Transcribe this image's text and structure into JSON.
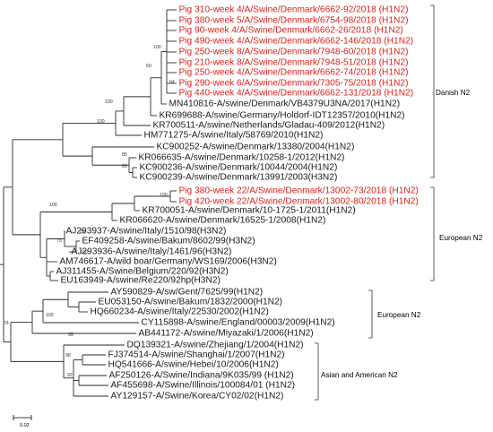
{
  "taxa": [
    {
      "label": "Pig 310-week 4/A/Swine/Denmark/6662-92/2018 (H1N2)",
      "highlight": true
    },
    {
      "label": "Pig 380-week 5/A/Swine/Denmark/6754-98/2018 (H1N2)",
      "highlight": true
    },
    {
      "label": "Pig 90-week 4/A/Swine/Denmark/6662-26/2018 (H1N2)",
      "highlight": true
    },
    {
      "label": "Pig 490-week 4/A/Swine/Denmark/6662-146/2018 (H1N2)",
      "highlight": true
    },
    {
      "label": "Pig 250-week 8/A/Swine/Denmark/7948-60/2018 (H1N2)",
      "highlight": true
    },
    {
      "label": "Pig 210-week 8/A/Swine/Denmark/7948-51/2018 (H1N2)",
      "highlight": true
    },
    {
      "label": "Pig 250-week 4/A/Swine/Denmark/6662-74/2018 (H1N2)",
      "highlight": true
    },
    {
      "label": "Pig 290-week 6/A/Swine/Denmark/7305-75/2018 (H1N2)",
      "highlight": true
    },
    {
      "label": "Pig 440-week 4/A/Swine/Denmark/6662-131/2018 (H1N2)",
      "highlight": true
    },
    {
      "label": "MN410816-A/swine/Denmark/VB4379U3NA/2017(H1N2)",
      "highlight": false
    },
    {
      "label": "KR699688-A/swine/Germany/Holdorf-IDT12357/2010(H1N2)",
      "highlight": false
    },
    {
      "label": "KR700511-A/swine/Netherlands/Gladau-409/2012(H1N2)",
      "highlight": false
    },
    {
      "label": "HM771275-A/swine/Italy/58769/2010(H1N2)",
      "highlight": false
    },
    {
      "label": "KC900252-A/swine/Denmark/13380/2004(H1N2)",
      "highlight": false
    },
    {
      "label": "KR066635-A/swine/Denmark/10258-1/2012(H1N2)",
      "highlight": false
    },
    {
      "label": "KC900236-A/swine/Denmark/10044/2004(H1N2)",
      "highlight": false
    },
    {
      "label": "KC900239-A/swine/Denmark/13991/2003(H3N2)",
      "highlight": false
    },
    {
      "label": "Pig 380-week 22/A/Swine/Denmark/13002-73/2018 (H1N2)",
      "highlight": true
    },
    {
      "label": "Pig 420-week 22/A/Swine/Denmark/13002-80/2018 (H1N2)",
      "highlight": true
    },
    {
      "label": "KR700051-A/swine/Denmark/10-1725-1/2011(H1N2)",
      "highlight": false
    },
    {
      "label": "KR066620-A/swine/Denmark/16525-1/2008(H1N2)",
      "highlight": false
    },
    {
      "label": "AJ293937-A/swine/Italy/1510/98(H3N2)",
      "highlight": false
    },
    {
      "label": "EF409258-A/swine/Bakum/8602/99(H3N2)",
      "highlight": false
    },
    {
      "label": "AJ293936-A/swine/Italy/1461/96(H3N2)",
      "highlight": false
    },
    {
      "label": "AM746617-A/wild boar/Germany/WS169/2006(H3N2)",
      "highlight": false
    },
    {
      "label": "AJ311455-A/Swine/Belgium/220/92(H3N2)",
      "highlight": false
    },
    {
      "label": "EU163949-A/swine/Re220/92hp(H3N2)",
      "highlight": false
    },
    {
      "label": "AY590829-A/sw/Gent/7625/99(H1N2)",
      "highlight": false
    },
    {
      "label": "EU053150-A/swine/Bakum/1832/2000(H1N2)",
      "highlight": false
    },
    {
      "label": "HQ660234-A/swine/Italy/22530/2002(H1N2)",
      "highlight": false
    },
    {
      "label": "CY115898-A/swine/England/00003/2009(H1N2)",
      "highlight": false
    },
    {
      "label": "AB441172-A/swine/Miyazaki/1/2006(H1N2)",
      "highlight": false
    },
    {
      "label": "DQ139321-A/swine/Zhejiang/1/2004(H1N2)",
      "highlight": false
    },
    {
      "label": "FJ374514-A/swine/Shanghai/1/2007(H1N2)",
      "highlight": false
    },
    {
      "label": "HQ541666-A/swine/Hebei/10/2006(H1N2)",
      "highlight": false
    },
    {
      "label": "AF250126-A/Swine/Indiana/9K035/99 (H1N2)",
      "highlight": false
    },
    {
      "label": "AF455698-A/Swine/Illinois/100084/01 (H1N2)",
      "highlight": false
    },
    {
      "label": "AY129157-A/Swine/Korea/CY02/02(H1N2)",
      "highlight": false
    }
  ],
  "bootstrap_values": [
    "100",
    "69",
    "64",
    "100",
    "100",
    "85",
    "65",
    "100",
    "100",
    "75",
    "99",
    "100",
    "74",
    "95",
    "98",
    "92",
    "100"
  ],
  "groups": [
    {
      "label": "Danish N2"
    },
    {
      "label": "European N2"
    },
    {
      "label": "European N2"
    },
    {
      "label": "Asian and American N2"
    }
  ],
  "scale_bar": {
    "label": "0.02"
  },
  "colors": {
    "highlight": "#e0201b",
    "text": "#1a1a1a",
    "branch": "#2b2b2b"
  }
}
